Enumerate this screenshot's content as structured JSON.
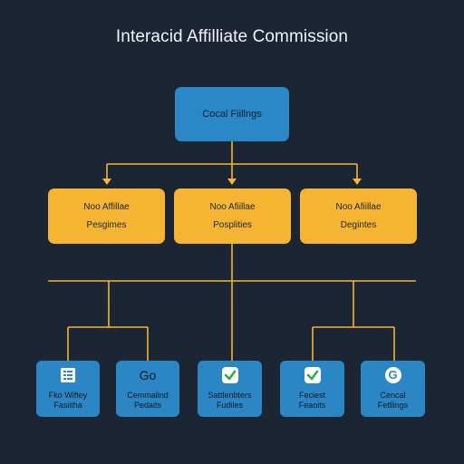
{
  "title": "Interacid Affilliate Commission",
  "colors": {
    "background": "#1b2534",
    "root_box": "#2b88c6",
    "mid_box": "#f5b533",
    "leaf_box": "#2b86c3",
    "connector": "#f5b533"
  },
  "root": {
    "label": "Cocal Fiillngs"
  },
  "mid": [
    {
      "line1": "Noo Affillae",
      "line2": "Pesgimes"
    },
    {
      "line1": "Noo Afiillae",
      "line2": "Posplities"
    },
    {
      "line1": "Noo Afiillae",
      "line2": "Degintes"
    }
  ],
  "leaves": [
    {
      "icon": "list-icon",
      "line1": "Fko Wiftey",
      "line2": "Fasiitha"
    },
    {
      "icon": "go-icon",
      "icon_text": "Go",
      "line1": "Cemmalind",
      "line2": "Pedaits"
    },
    {
      "icon": "checkmark-icon",
      "line1": "Sattlenbters",
      "line2": "Fudiles"
    },
    {
      "icon": "checkmark-icon",
      "line1": "Feciest",
      "line2": "Feaoits"
    },
    {
      "icon": "google-icon",
      "icon_text": "G",
      "line1": "Cencal",
      "line2": "Fetllings"
    }
  ]
}
